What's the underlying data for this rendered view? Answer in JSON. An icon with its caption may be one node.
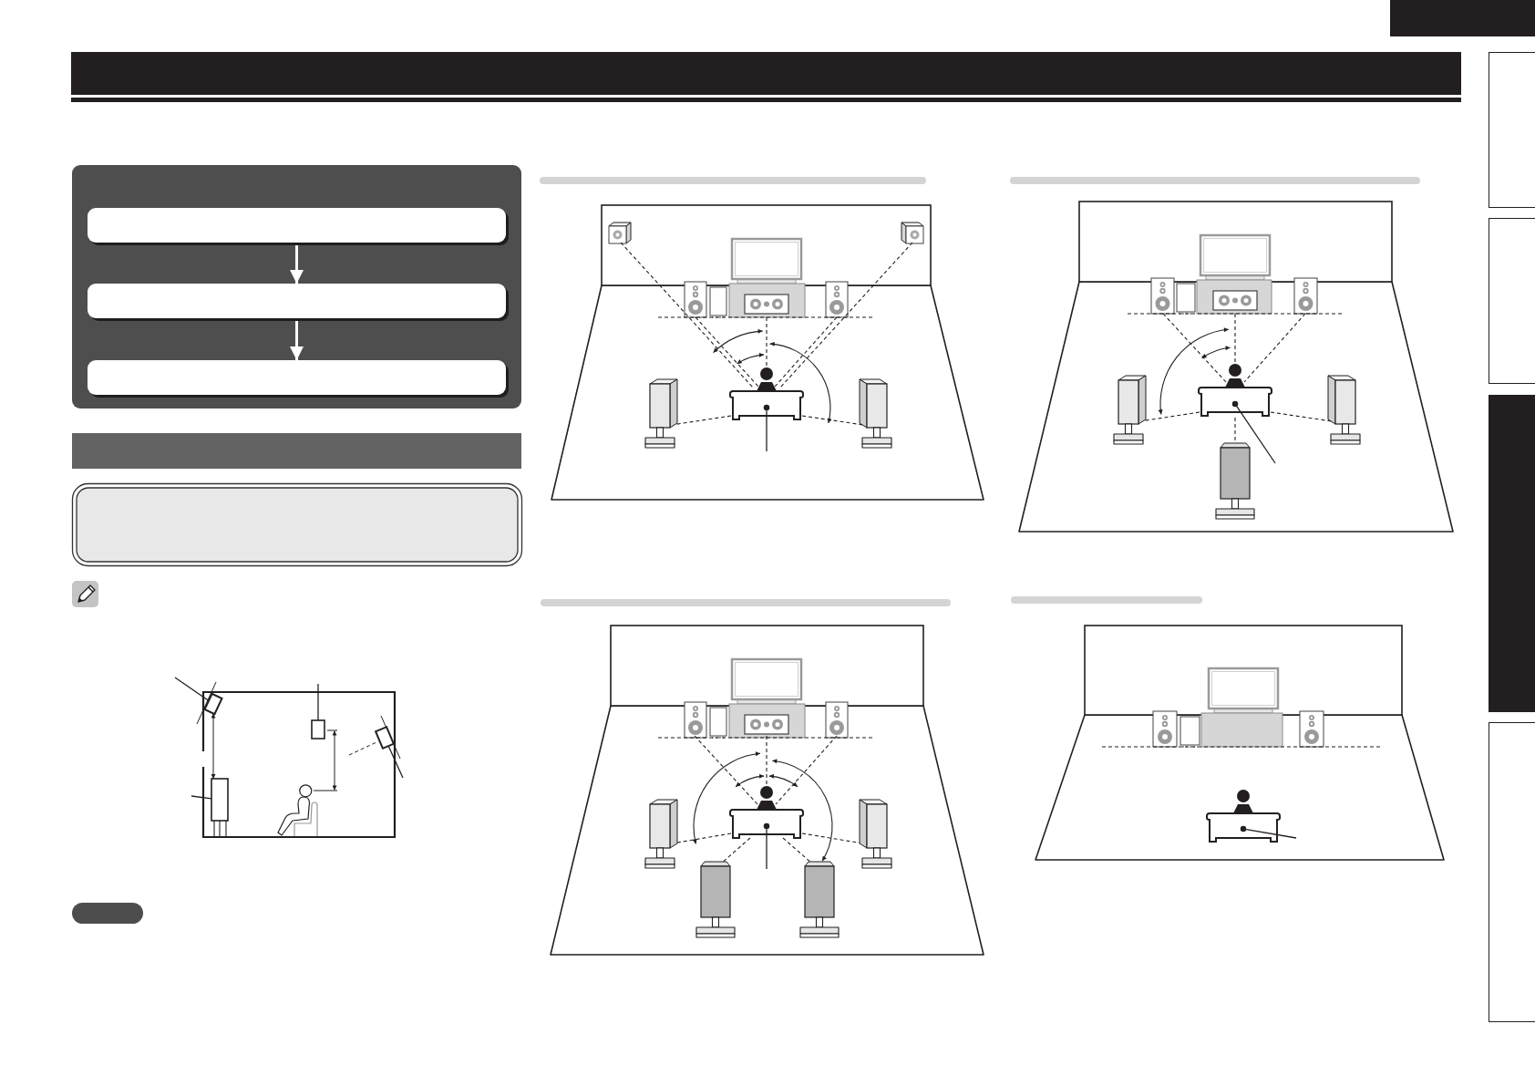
{
  "diagram": {
    "nodes": [
      {
        "text": [],
        "shape": "box"
      },
      {
        "text": [],
        "shape": "box"
      },
      {
        "text": [],
        "shape": "box"
      },
      {
        "text": [],
        "shape": "box"
      },
      {
        "text": [],
        "shape": "box"
      },
      {
        "text": [],
        "shape": "box"
      },
      {
        "text": [],
        "shape": "box"
      },
      {
        "text": [],
        "shape": "box"
      },
      {
        "text": [],
        "shape": "box"
      },
      {
        "text": [],
        "shape": "box"
      },
      {
        "text": [],
        "shape": "circle"
      },
      {
        "text": [],
        "shape": "circle"
      },
      {
        "text": [],
        "shape": "circle"
      },
      {
        "text": [],
        "shape": "circle"
      },
      {
        "text": [],
        "shape": "box"
      },
      {
        "text": [],
        "shape": "box"
      },
      {
        "text": [],
        "shape": "box"
      },
      {
        "text": [],
        "shape": "box"
      }
    ],
    "edges": [
      {
        "from": 1,
        "to": 2,
        "arrow": "to",
        "color": "#ffffff"
      },
      {
        "from": 2,
        "to": 3,
        "arrow": "to",
        "color": "#ffffff"
      },
      {
        "from": null,
        "to": 5,
        "arrow": "none"
      },
      {
        "from": null,
        "to": 6,
        "arrow": "none"
      },
      {
        "from": null,
        "to": 7,
        "arrow": "none"
      },
      {
        "from": null,
        "to": 8,
        "arrow": "none"
      },
      {
        "from": null,
        "to": 10,
        "arrow": "none"
      },
      {
        "from": null,
        "to": 11,
        "arrow": "none"
      },
      {
        "from": null,
        "to": 12,
        "arrow": "none"
      },
      {
        "from": null,
        "to": 13,
        "arrow": "none"
      },
      {
        "from": 5,
        "to": 8,
        "arrow": "both"
      }
    ]
  }
}
